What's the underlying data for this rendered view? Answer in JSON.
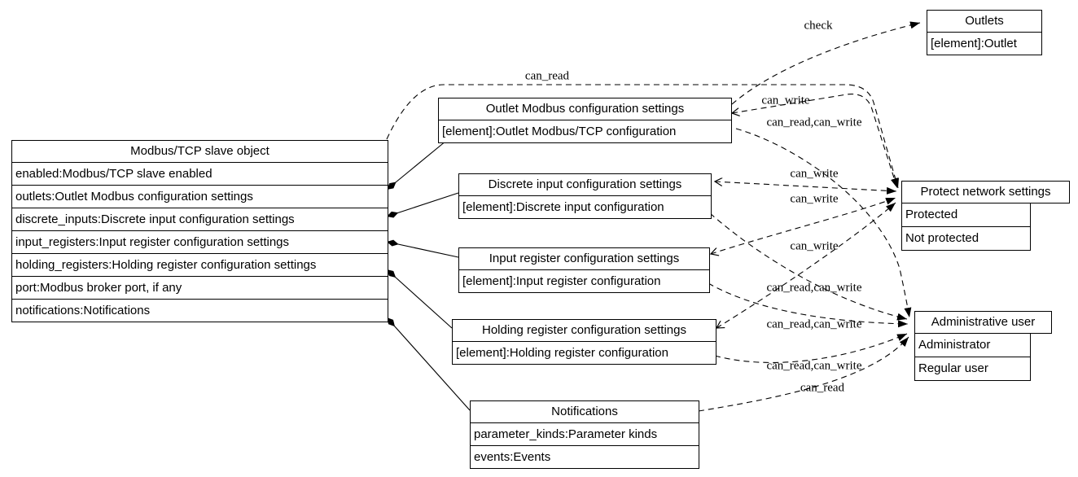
{
  "diagram": {
    "background_color": "#ffffff",
    "line_color": "#000000",
    "nodes": {
      "modbus_slave": {
        "title": "Modbus/TCP slave object",
        "rows": [
          "enabled:Modbus/TCP slave enabled",
          "outlets:Outlet Modbus configuration settings",
          "discrete_inputs:Discrete input configuration settings",
          "input_registers:Input register configuration settings",
          "holding_registers:Holding register configuration settings",
          "port:Modbus broker port, if any",
          "notifications:Notifications"
        ]
      },
      "outlet_cfg": {
        "title": "Outlet Modbus configuration settings",
        "rows": [
          "[element]:Outlet Modbus/TCP configuration"
        ]
      },
      "discrete_cfg": {
        "title": "Discrete input configuration settings",
        "rows": [
          "[element]:Discrete input configuration"
        ]
      },
      "input_cfg": {
        "title": "Input register configuration settings",
        "rows": [
          "[element]:Input register configuration"
        ]
      },
      "holding_cfg": {
        "title": "Holding register configuration settings",
        "rows": [
          "[element]:Holding register configuration"
        ]
      },
      "notifications": {
        "title": "Notifications",
        "rows": [
          "parameter_kinds:Parameter kinds",
          "events:Events"
        ]
      },
      "outlets": {
        "title": "Outlets",
        "rows": [
          "[element]:Outlet"
        ]
      },
      "protect": {
        "title": "Protect network settings",
        "rows": [
          "Protected",
          "Not protected"
        ]
      },
      "admin": {
        "title": "Administrative user",
        "rows": [
          "Administrator",
          "Regular user"
        ]
      }
    },
    "edge_labels": {
      "slave_to_protect": "can_read",
      "outletcfg_to_outlets": "check",
      "outletcfg_to_protect": "can_write",
      "outletcfg_to_admin": "can_read,can_write",
      "discrete_to_protect": "can_write",
      "discrete_to_admin": "can_read,can_write",
      "input_to_protect": "can_write",
      "input_to_admin": "can_read,can_write",
      "holding_to_protect": "can_write",
      "holding_to_admin": "can_read,can_write",
      "notifications_to_admin": "can_read"
    }
  }
}
